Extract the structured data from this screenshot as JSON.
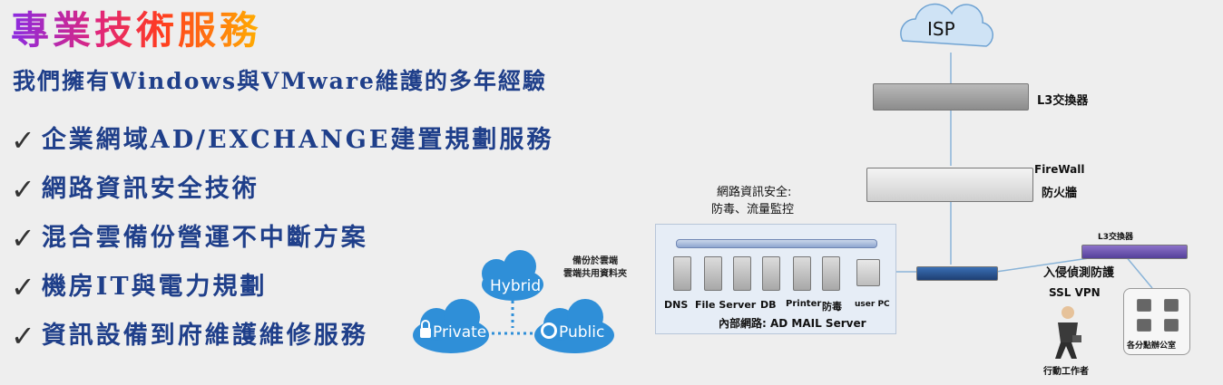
{
  "title": "專業技術服務",
  "subtitle": "我們擁有Windows與VMware維護的多年經驗",
  "services": [
    "企業網域AD/EXCHANGE建置規劃服務",
    "網路資訊安全技術",
    "混合雲備份營運不中斷方案",
    "機房IT與電力規劃",
    "資訊設備到府維護維修服務"
  ],
  "check_symbol": "✓",
  "cloud": {
    "hybrid": "Hybrid",
    "private": "Private",
    "public": "Public",
    "note_line1": "備份於雲端",
    "note_line2": "雲端共用資料夾"
  },
  "network": {
    "isp": "ISP",
    "l3_switch": "L3交換器",
    "firewall_en": "FireWall",
    "firewall_zh": "防火牆",
    "security_line1": "網路資訊安全:",
    "security_line2": "防毒、流量監控",
    "servers": [
      "DNS",
      "File Server",
      "DB",
      "Printer",
      "防毒",
      "user PC"
    ],
    "lan_label": "內部網路: AD MAIL Server",
    "l3_switch_small": "L3交換器",
    "ids": "入侵偵測防護",
    "ssl_vpn": "SSL VPN",
    "mobile_worker": "行動工作者",
    "branch_office": "各分點辦公室"
  },
  "colors": {
    "text_blue": "#1f3f8a",
    "cloud_blue": "#2f8fd8"
  }
}
